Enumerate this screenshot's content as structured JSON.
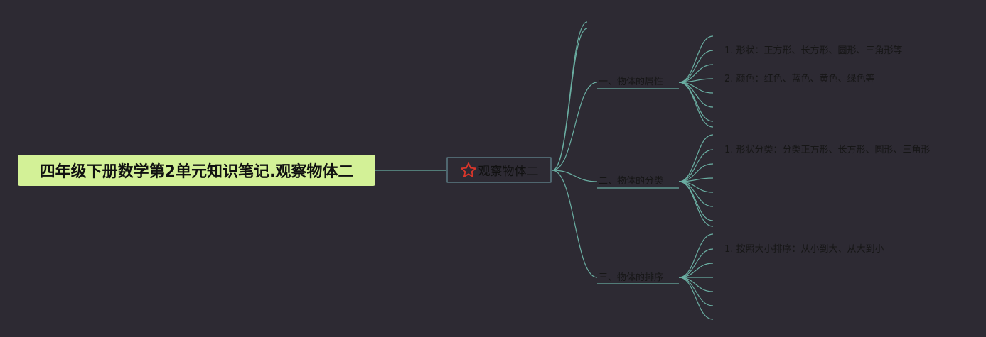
{
  "root": {
    "label": "四年级下册数学第2单元知识笔记.观察物体二"
  },
  "center": {
    "label": "观察物体二",
    "icon": "star-icon",
    "icon_color": "#d9362b"
  },
  "branches": [
    {
      "label": "一、物体的属性",
      "leaves": [
        "1. 形状：正方形、长方形、圆形、三角形等",
        "2. 颜色：红色、蓝色、黄色、绿色等"
      ]
    },
    {
      "label": "二、物体的分类",
      "leaves": [
        "1. 形状分类：分类正方形、长方形、圆形、三角形"
      ]
    },
    {
      "label": "三、物体的排序",
      "leaves": [
        "1. 按照大小排序：从小到大、从大到小"
      ]
    }
  ],
  "colors": {
    "background": "#2d2a33",
    "root_fill": "#d3f197",
    "connector": "#6aaea2",
    "center_border": "#4f666f"
  }
}
